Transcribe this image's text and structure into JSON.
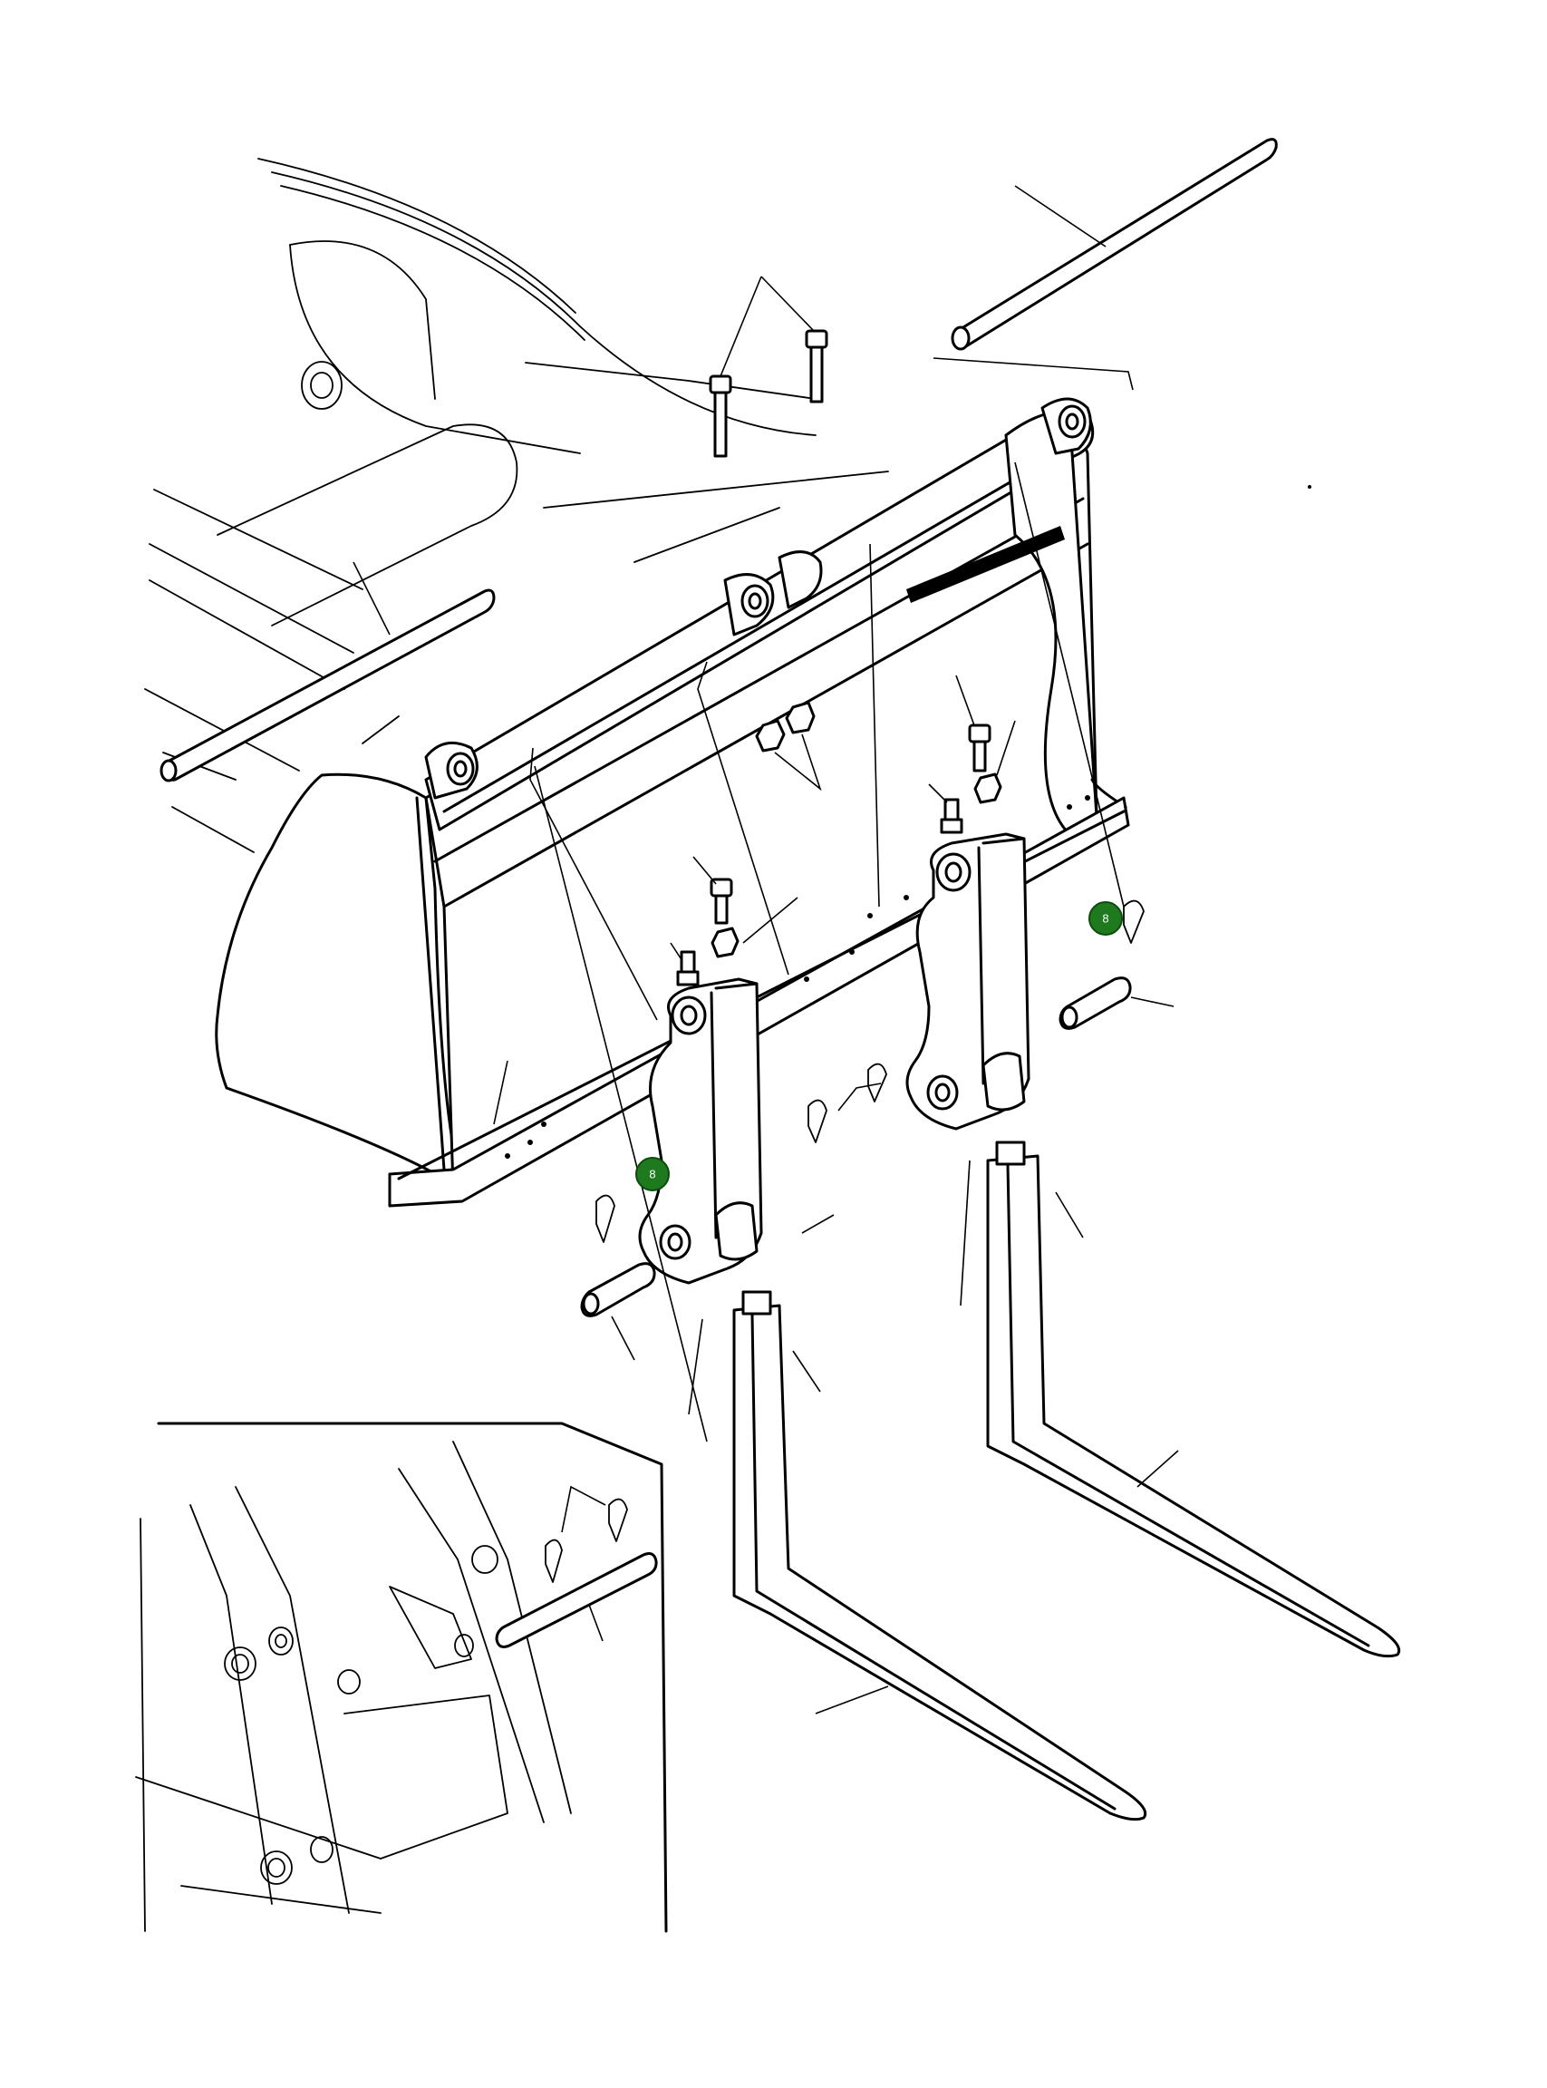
{
  "hotspots": [
    {
      "id": "hotspot-right",
      "label": "8",
      "color": "#1f7a1f"
    },
    {
      "id": "hotspot-left",
      "label": "8",
      "color": "#1f7a1f"
    }
  ]
}
